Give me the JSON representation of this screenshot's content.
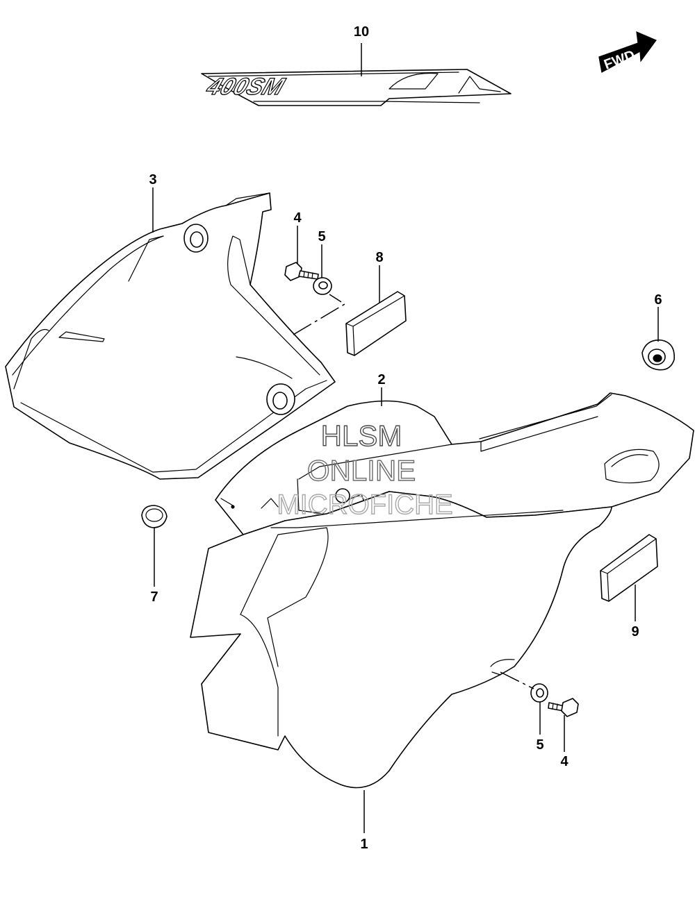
{
  "callouts": {
    "c10": "10",
    "c3": "3",
    "c4a": "4",
    "c5a": "5",
    "c8": "8",
    "c6": "6",
    "c2": "2",
    "c7": "7",
    "c9": "9",
    "c5b": "5",
    "c4b": "4",
    "c1": "1"
  },
  "fwd_label": "FWD",
  "emblem_text": "400SM",
  "watermark": {
    "line1": "HLSM",
    "line2": "ONLINE",
    "line3": "MICROFICHE"
  },
  "colors": {
    "line": "#000000",
    "background": "#ffffff",
    "watermark": "#9a9a9a"
  }
}
